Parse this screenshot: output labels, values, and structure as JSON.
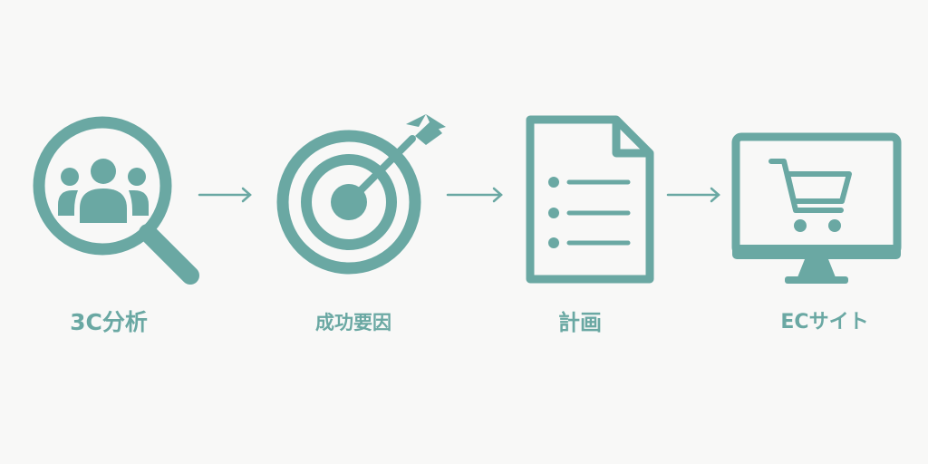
{
  "steps": [
    {
      "label": "3C分析",
      "icon": "magnifier-people-icon"
    },
    {
      "label": "成功要因",
      "icon": "target-arrow-icon"
    },
    {
      "label": "計画",
      "icon": "document-list-icon"
    },
    {
      "label": "ECサイト",
      "icon": "monitor-cart-icon"
    }
  ],
  "colors": {
    "accent": "#6aa8a3",
    "background": "#f8f8f7"
  }
}
